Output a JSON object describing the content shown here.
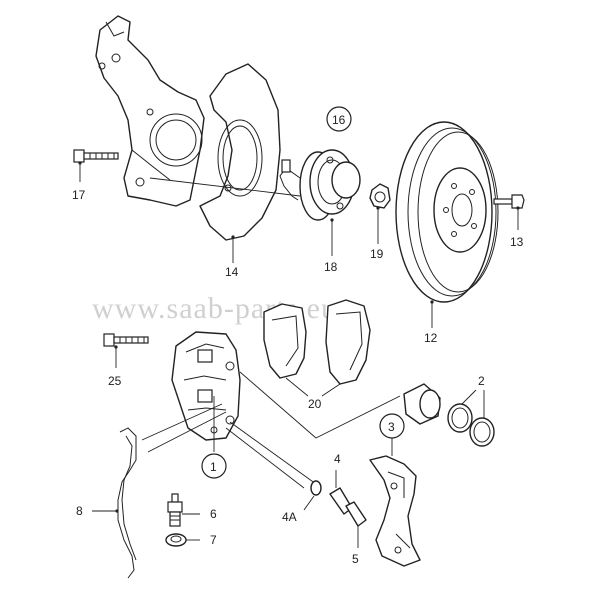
{
  "watermark": "www.saab-parts.eu",
  "labels": {
    "p1": "1",
    "p2": "2",
    "p3": "3",
    "p4": "4",
    "p4a": "4A",
    "p5": "5",
    "p6": "6",
    "p7": "7",
    "p8": "8",
    "p12": "12",
    "p13": "13",
    "p14": "14",
    "p16": "16",
    "p17": "17",
    "p18": "18",
    "p19": "19",
    "p20": "20",
    "p25": "25"
  }
}
